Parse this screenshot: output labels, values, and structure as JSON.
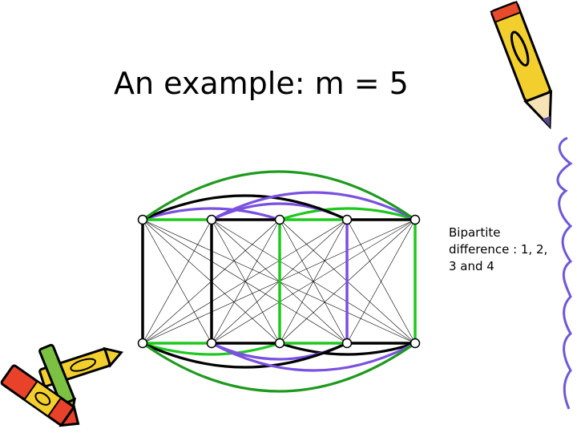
{
  "slide": {
    "title": "An example: m = 5",
    "note_lines": [
      "Bipartite",
      "difference : 1, 2,",
      "3 and 4"
    ]
  },
  "graph": {
    "vertices_per_row": 5,
    "colors": {
      "black": "#000000",
      "green": "#1ec81e",
      "purple": "#7a50e0",
      "dark_green": "#1f9a1f",
      "vertex_fill": "#ffffff",
      "vertex_stroke": "#000000"
    },
    "difference_colors": {
      "1": "black",
      "2": "green",
      "3": "purple",
      "4": "dark_green"
    },
    "vertical_edges": [
      {
        "col": 0,
        "color": "black"
      },
      {
        "col": 1,
        "color": "black"
      },
      {
        "col": 2,
        "color": "green"
      },
      {
        "col": 3,
        "color": "purple"
      },
      {
        "col": 4,
        "color": "green"
      }
    ]
  },
  "decorations": [
    "pencil-icon",
    "crayons-icon",
    "squiggle-line"
  ]
}
